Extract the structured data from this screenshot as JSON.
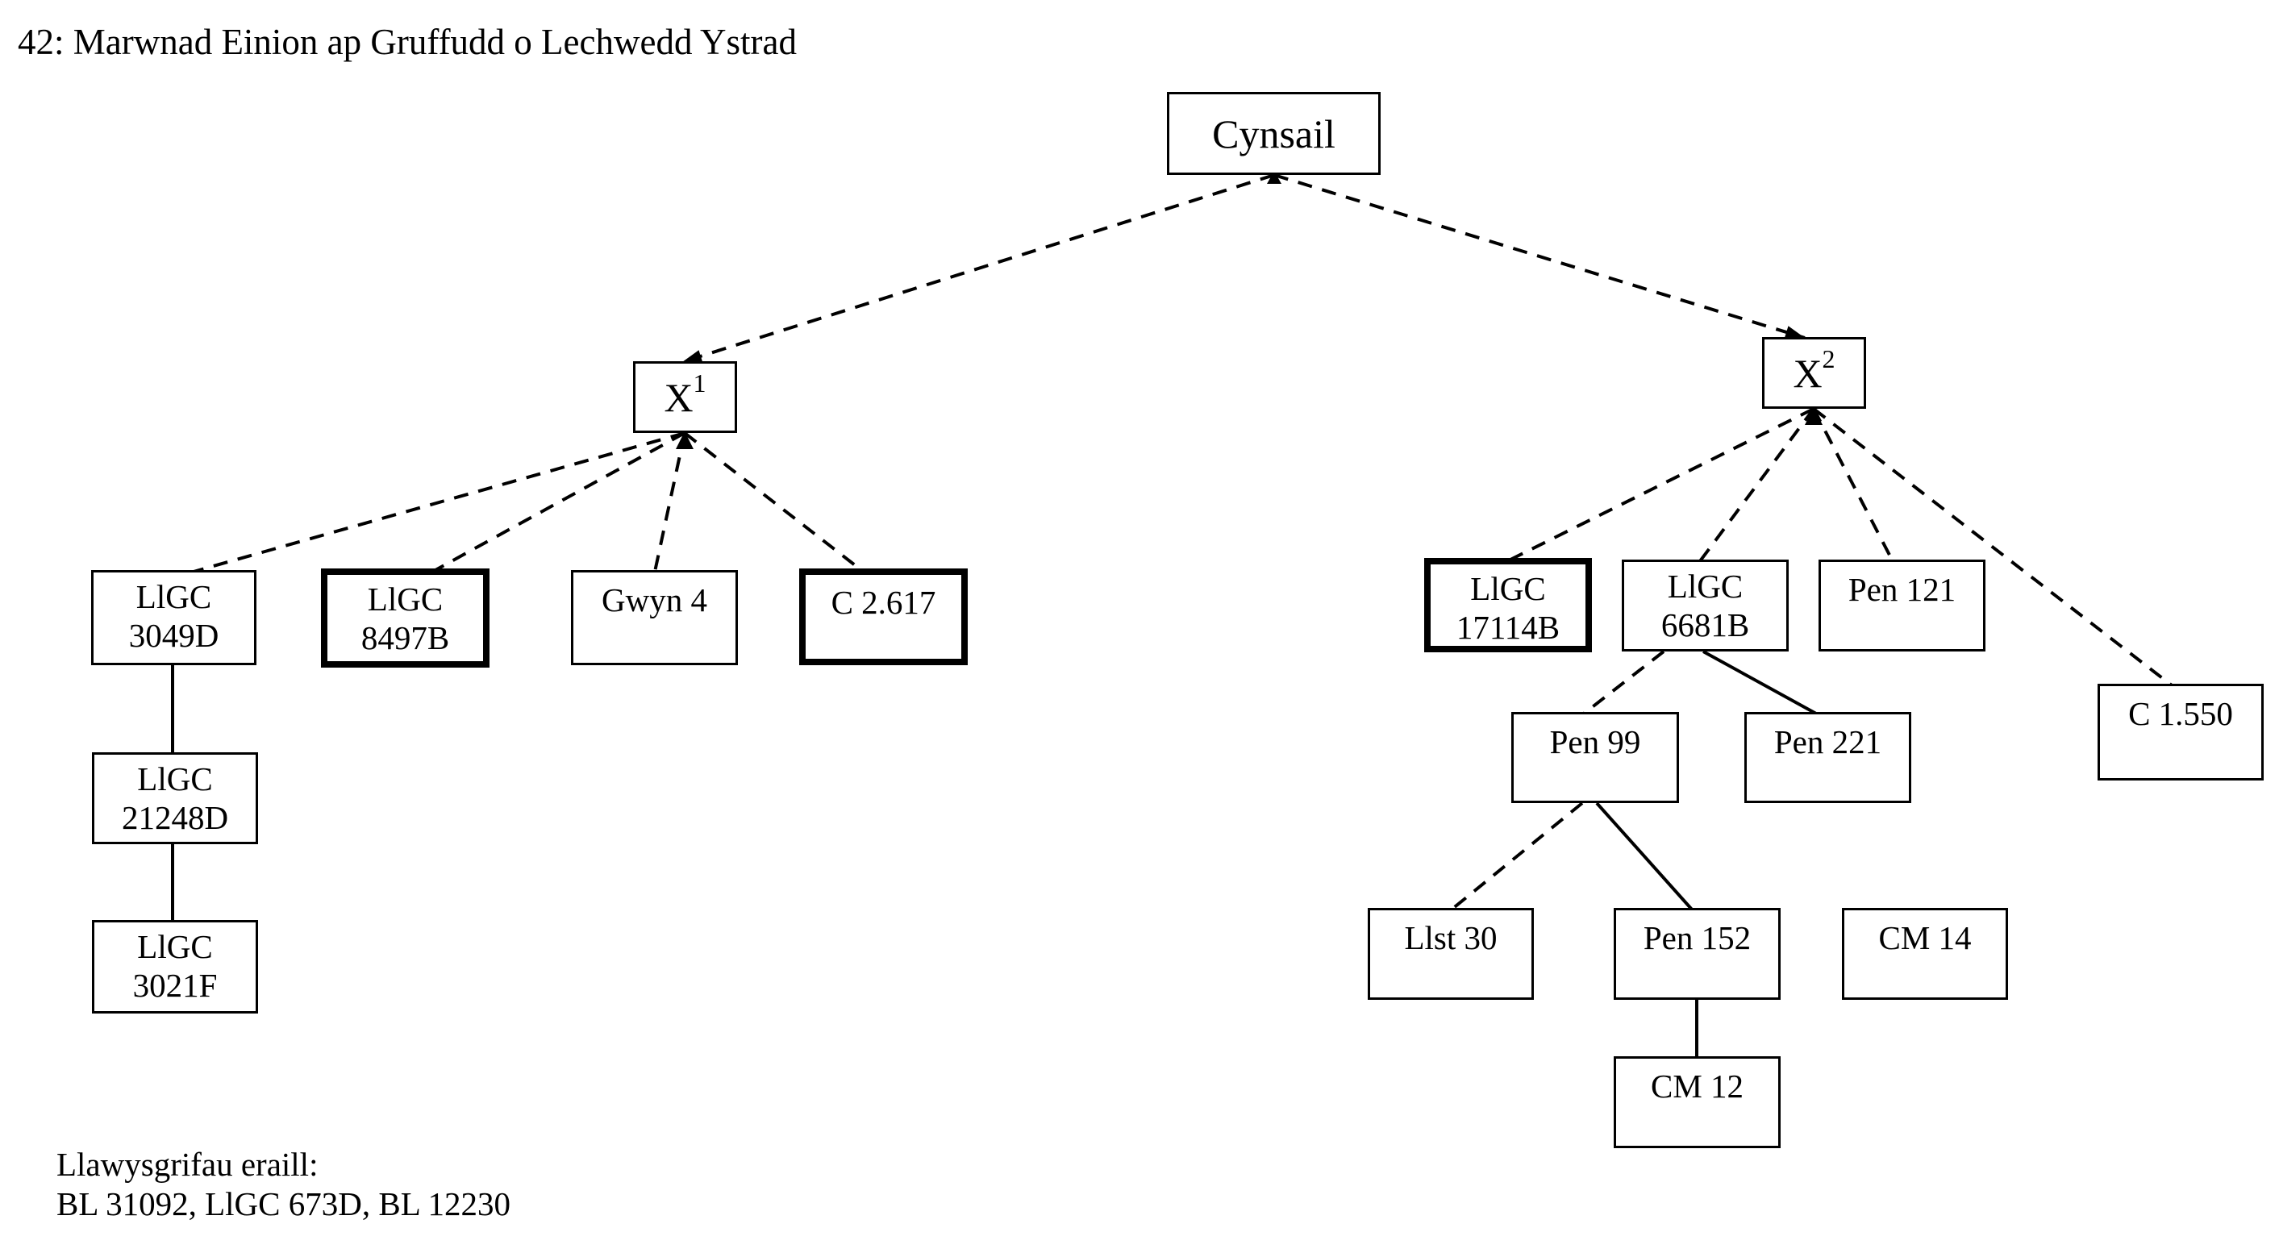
{
  "page": {
    "background_color": "#ffffff",
    "ink_color": "#000000"
  },
  "title": "42: Marwnad Einion ap Gruffudd o Lechwedd Ystrad",
  "diagram": {
    "type": "stemma-tree",
    "nodes": {
      "cynsail": {
        "label": "Cynsail",
        "emphasis": false
      },
      "x1": {
        "base": "X",
        "sup": "1",
        "emphasis": false
      },
      "x2": {
        "base": "X",
        "sup": "2",
        "emphasis": false
      },
      "llgc3049d": {
        "line1": "LlGC",
        "line2": "3049D",
        "emphasis": false
      },
      "llgc8497b": {
        "line1": "LlGC",
        "line2": "8497B",
        "emphasis": true
      },
      "gwyn4": {
        "label": "Gwyn 4",
        "emphasis": false
      },
      "c2617": {
        "label": "C 2.617",
        "emphasis": true
      },
      "llgc21248d": {
        "line1": "LlGC",
        "line2": "21248D",
        "emphasis": false
      },
      "llgc3021f": {
        "line1": "LlGC",
        "line2": "3021F",
        "emphasis": false
      },
      "llgc17114b": {
        "line1": "LlGC",
        "line2": "17114B",
        "emphasis": true
      },
      "llgc6681b": {
        "line1": "LlGC",
        "line2": "6681B",
        "emphasis": false
      },
      "pen121": {
        "label": "Pen 121",
        "emphasis": false
      },
      "c1550": {
        "label": "C 1.550",
        "emphasis": false
      },
      "pen99": {
        "label": "Pen 99",
        "emphasis": false
      },
      "pen221": {
        "label": "Pen 221",
        "emphasis": false
      },
      "llst30": {
        "label": "Llst 30",
        "emphasis": false
      },
      "pen152": {
        "label": "Pen 152",
        "emphasis": false
      },
      "cm14": {
        "label": "CM 14",
        "emphasis": false
      },
      "cm12": {
        "label": "CM 12",
        "emphasis": false
      }
    },
    "edges": [
      {
        "from": "Cynsail",
        "to": "X1",
        "style": "dashed",
        "arrowhead": true
      },
      {
        "from": "Cynsail",
        "to": "X2",
        "style": "dashed",
        "arrowhead": true
      },
      {
        "from": "X1",
        "to": "LlGC 3049D",
        "style": "dashed",
        "arrowhead": false
      },
      {
        "from": "X1",
        "to": "LlGC 8497B",
        "style": "dashed",
        "arrowhead": false
      },
      {
        "from": "X1",
        "to": "Gwyn 4",
        "style": "dashed",
        "arrowhead": false
      },
      {
        "from": "X1",
        "to": "C 2.617",
        "style": "dashed",
        "arrowhead": false
      },
      {
        "from": "LlGC 3049D",
        "to": "LlGC 21248D",
        "style": "solid",
        "arrowhead": false
      },
      {
        "from": "LlGC 21248D",
        "to": "LlGC 3021F",
        "style": "solid",
        "arrowhead": false
      },
      {
        "from": "X2",
        "to": "LlGC 17114B",
        "style": "dashed",
        "arrowhead": false
      },
      {
        "from": "X2",
        "to": "LlGC 6681B",
        "style": "dashed",
        "arrowhead": false
      },
      {
        "from": "X2",
        "to": "Pen 121",
        "style": "dashed",
        "arrowhead": false
      },
      {
        "from": "X2",
        "to": "C 1.550",
        "style": "dashed",
        "arrowhead": false
      },
      {
        "from": "LlGC 6681B",
        "to": "Pen 99",
        "style": "dashed",
        "arrowhead": false
      },
      {
        "from": "LlGC 6681B",
        "to": "Pen 221",
        "style": "solid",
        "arrowhead": false
      },
      {
        "from": "Pen 99",
        "to": "Llst 30",
        "style": "dashed",
        "arrowhead": false
      },
      {
        "from": "Pen 99",
        "to": "Pen 152",
        "style": "solid",
        "arrowhead": false
      },
      {
        "from": "Pen 152",
        "to": "CM 12",
        "style": "solid",
        "arrowhead": false
      }
    ],
    "unconnected_nodes": [
      "CM 14"
    ]
  },
  "footnote": {
    "line1": "Llawysgrifau eraill:",
    "line2": "BL 31092, LlGC 673D, BL 12230"
  }
}
